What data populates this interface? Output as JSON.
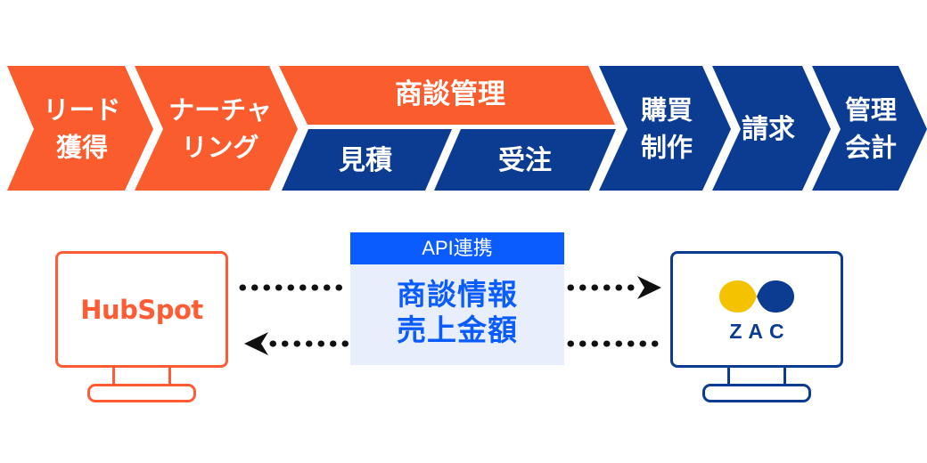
{
  "colors": {
    "orange": "#FA5C2D",
    "navy": "#0B3C91",
    "bright_blue": "#0B5CFF",
    "light_blue_panel": "#E8EEFB",
    "hubspot_orange": "#FF5C35",
    "zac_yellow": "#F5C200",
    "arrow_black": "#111111",
    "white": "#FFFFFF"
  },
  "process_flow": {
    "stages": [
      {
        "id": "lead-acquisition",
        "label_lines": [
          "リード",
          "獲得"
        ],
        "color": "orange"
      },
      {
        "id": "nurturing",
        "label_lines": [
          "ナーチャ",
          "リング"
        ],
        "color": "orange"
      },
      {
        "id": "deal-management",
        "label_lines": [
          "商談管理"
        ],
        "color": "orange",
        "sub_stages": [
          {
            "id": "quotation",
            "label_lines": [
              "見積"
            ],
            "color": "navy"
          },
          {
            "id": "order-receipt",
            "label_lines": [
              "受注"
            ],
            "color": "navy"
          }
        ]
      },
      {
        "id": "purchasing-production",
        "label_lines": [
          "購買",
          "制作"
        ],
        "color": "navy"
      },
      {
        "id": "billing",
        "label_lines": [
          "請求"
        ],
        "color": "navy"
      },
      {
        "id": "management-accounting",
        "label_lines": [
          "管理",
          "会計"
        ],
        "color": "navy"
      }
    ]
  },
  "integration": {
    "left_system": {
      "name": "HubSpot",
      "logo_text": "HubSpot"
    },
    "right_system": {
      "name": "ZAC",
      "logo_text": "ZAC"
    },
    "api_box": {
      "header": "API連携",
      "items": [
        "商談情報",
        "売上金額"
      ]
    },
    "flow_arrows": [
      {
        "id": "hubspot-to-zac",
        "direction": "right"
      },
      {
        "id": "zac-to-hubspot",
        "direction": "left"
      }
    ]
  }
}
